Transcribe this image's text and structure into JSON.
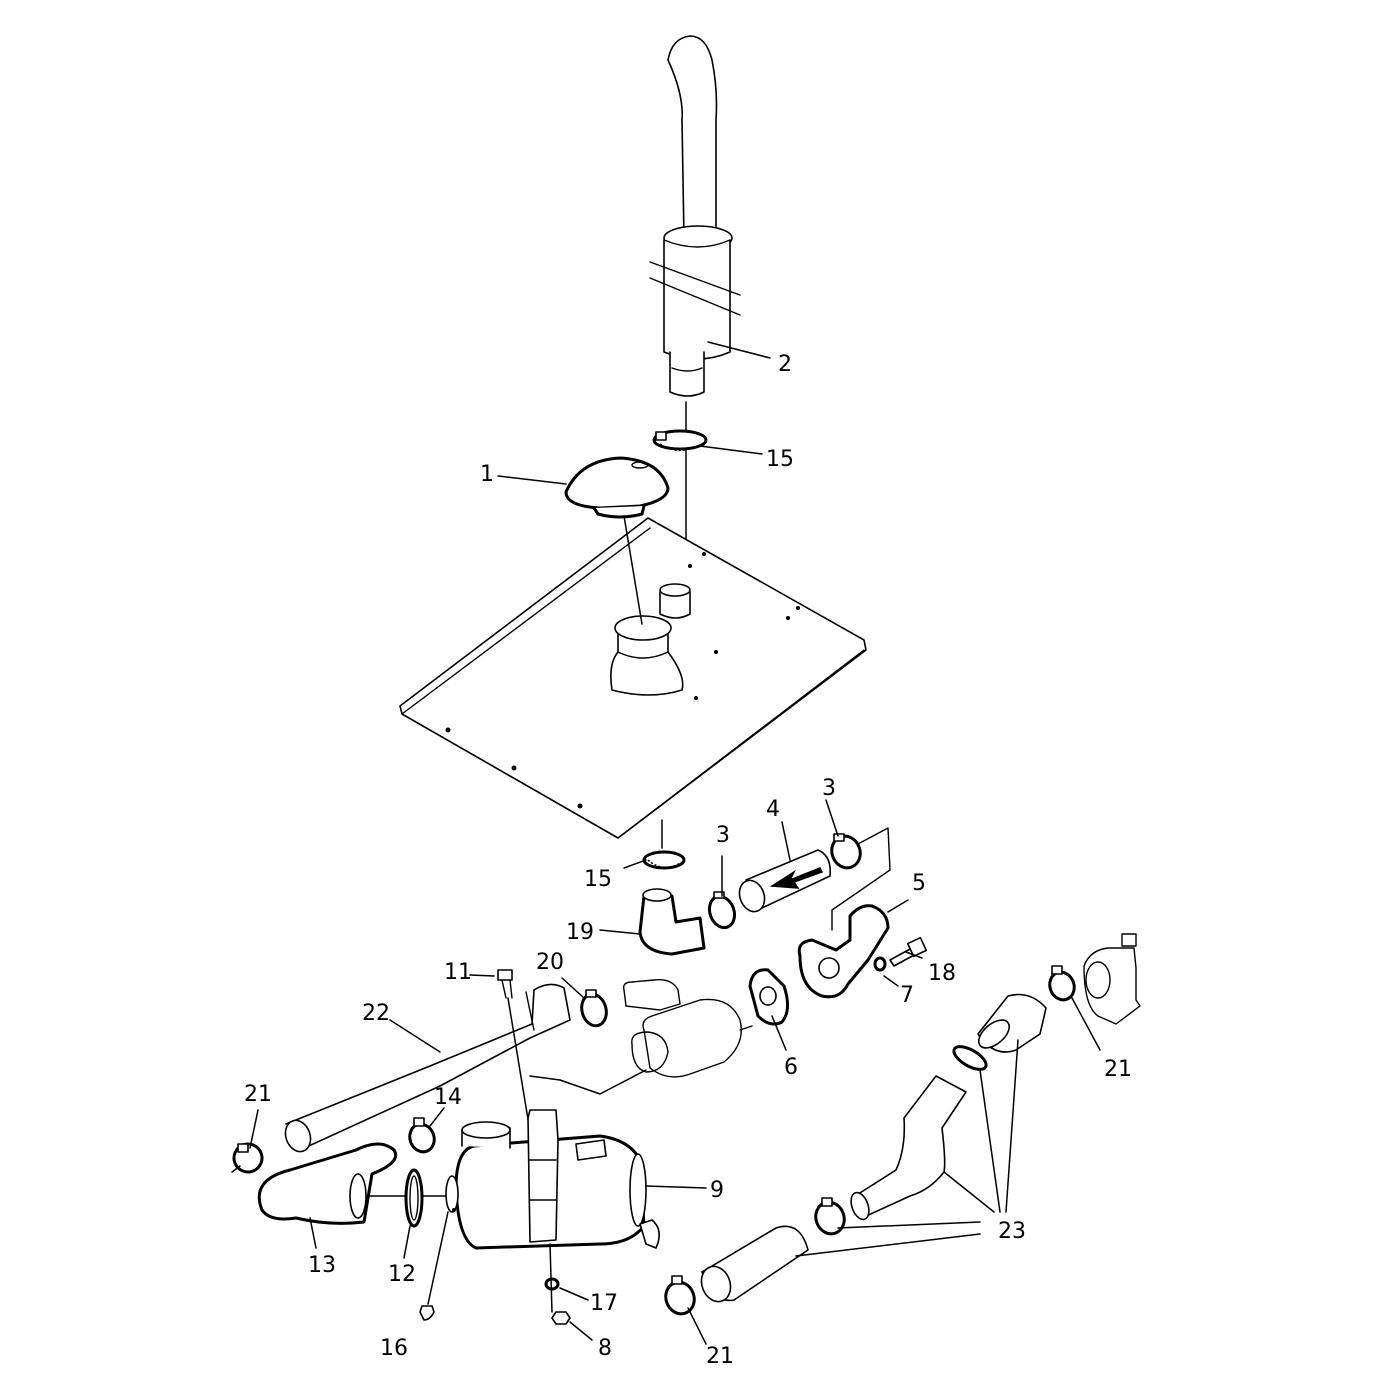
{
  "callouts": [
    {
      "id": "1",
      "text": "1"
    },
    {
      "id": "2",
      "text": "2"
    },
    {
      "id": "3a",
      "text": "3"
    },
    {
      "id": "3b",
      "text": "3"
    },
    {
      "id": "4",
      "text": "4"
    },
    {
      "id": "5",
      "text": "5"
    },
    {
      "id": "6",
      "text": "6"
    },
    {
      "id": "7",
      "text": "7"
    },
    {
      "id": "8",
      "text": "8"
    },
    {
      "id": "9",
      "text": "9"
    },
    {
      "id": "11",
      "text": "11"
    },
    {
      "id": "12",
      "text": "12"
    },
    {
      "id": "13",
      "text": "13"
    },
    {
      "id": "14",
      "text": "14"
    },
    {
      "id": "15a",
      "text": "15"
    },
    {
      "id": "15b",
      "text": "15"
    },
    {
      "id": "16",
      "text": "16"
    },
    {
      "id": "17",
      "text": "17"
    },
    {
      "id": "18",
      "text": "18"
    },
    {
      "id": "19",
      "text": "19"
    },
    {
      "id": "20",
      "text": "20"
    },
    {
      "id": "21a",
      "text": "21"
    },
    {
      "id": "21b",
      "text": "21"
    },
    {
      "id": "21c",
      "text": "21"
    },
    {
      "id": "22",
      "text": "22"
    },
    {
      "id": "23",
      "text": "23"
    }
  ],
  "colors": {
    "line": "#000000",
    "background": "#ffffff"
  }
}
